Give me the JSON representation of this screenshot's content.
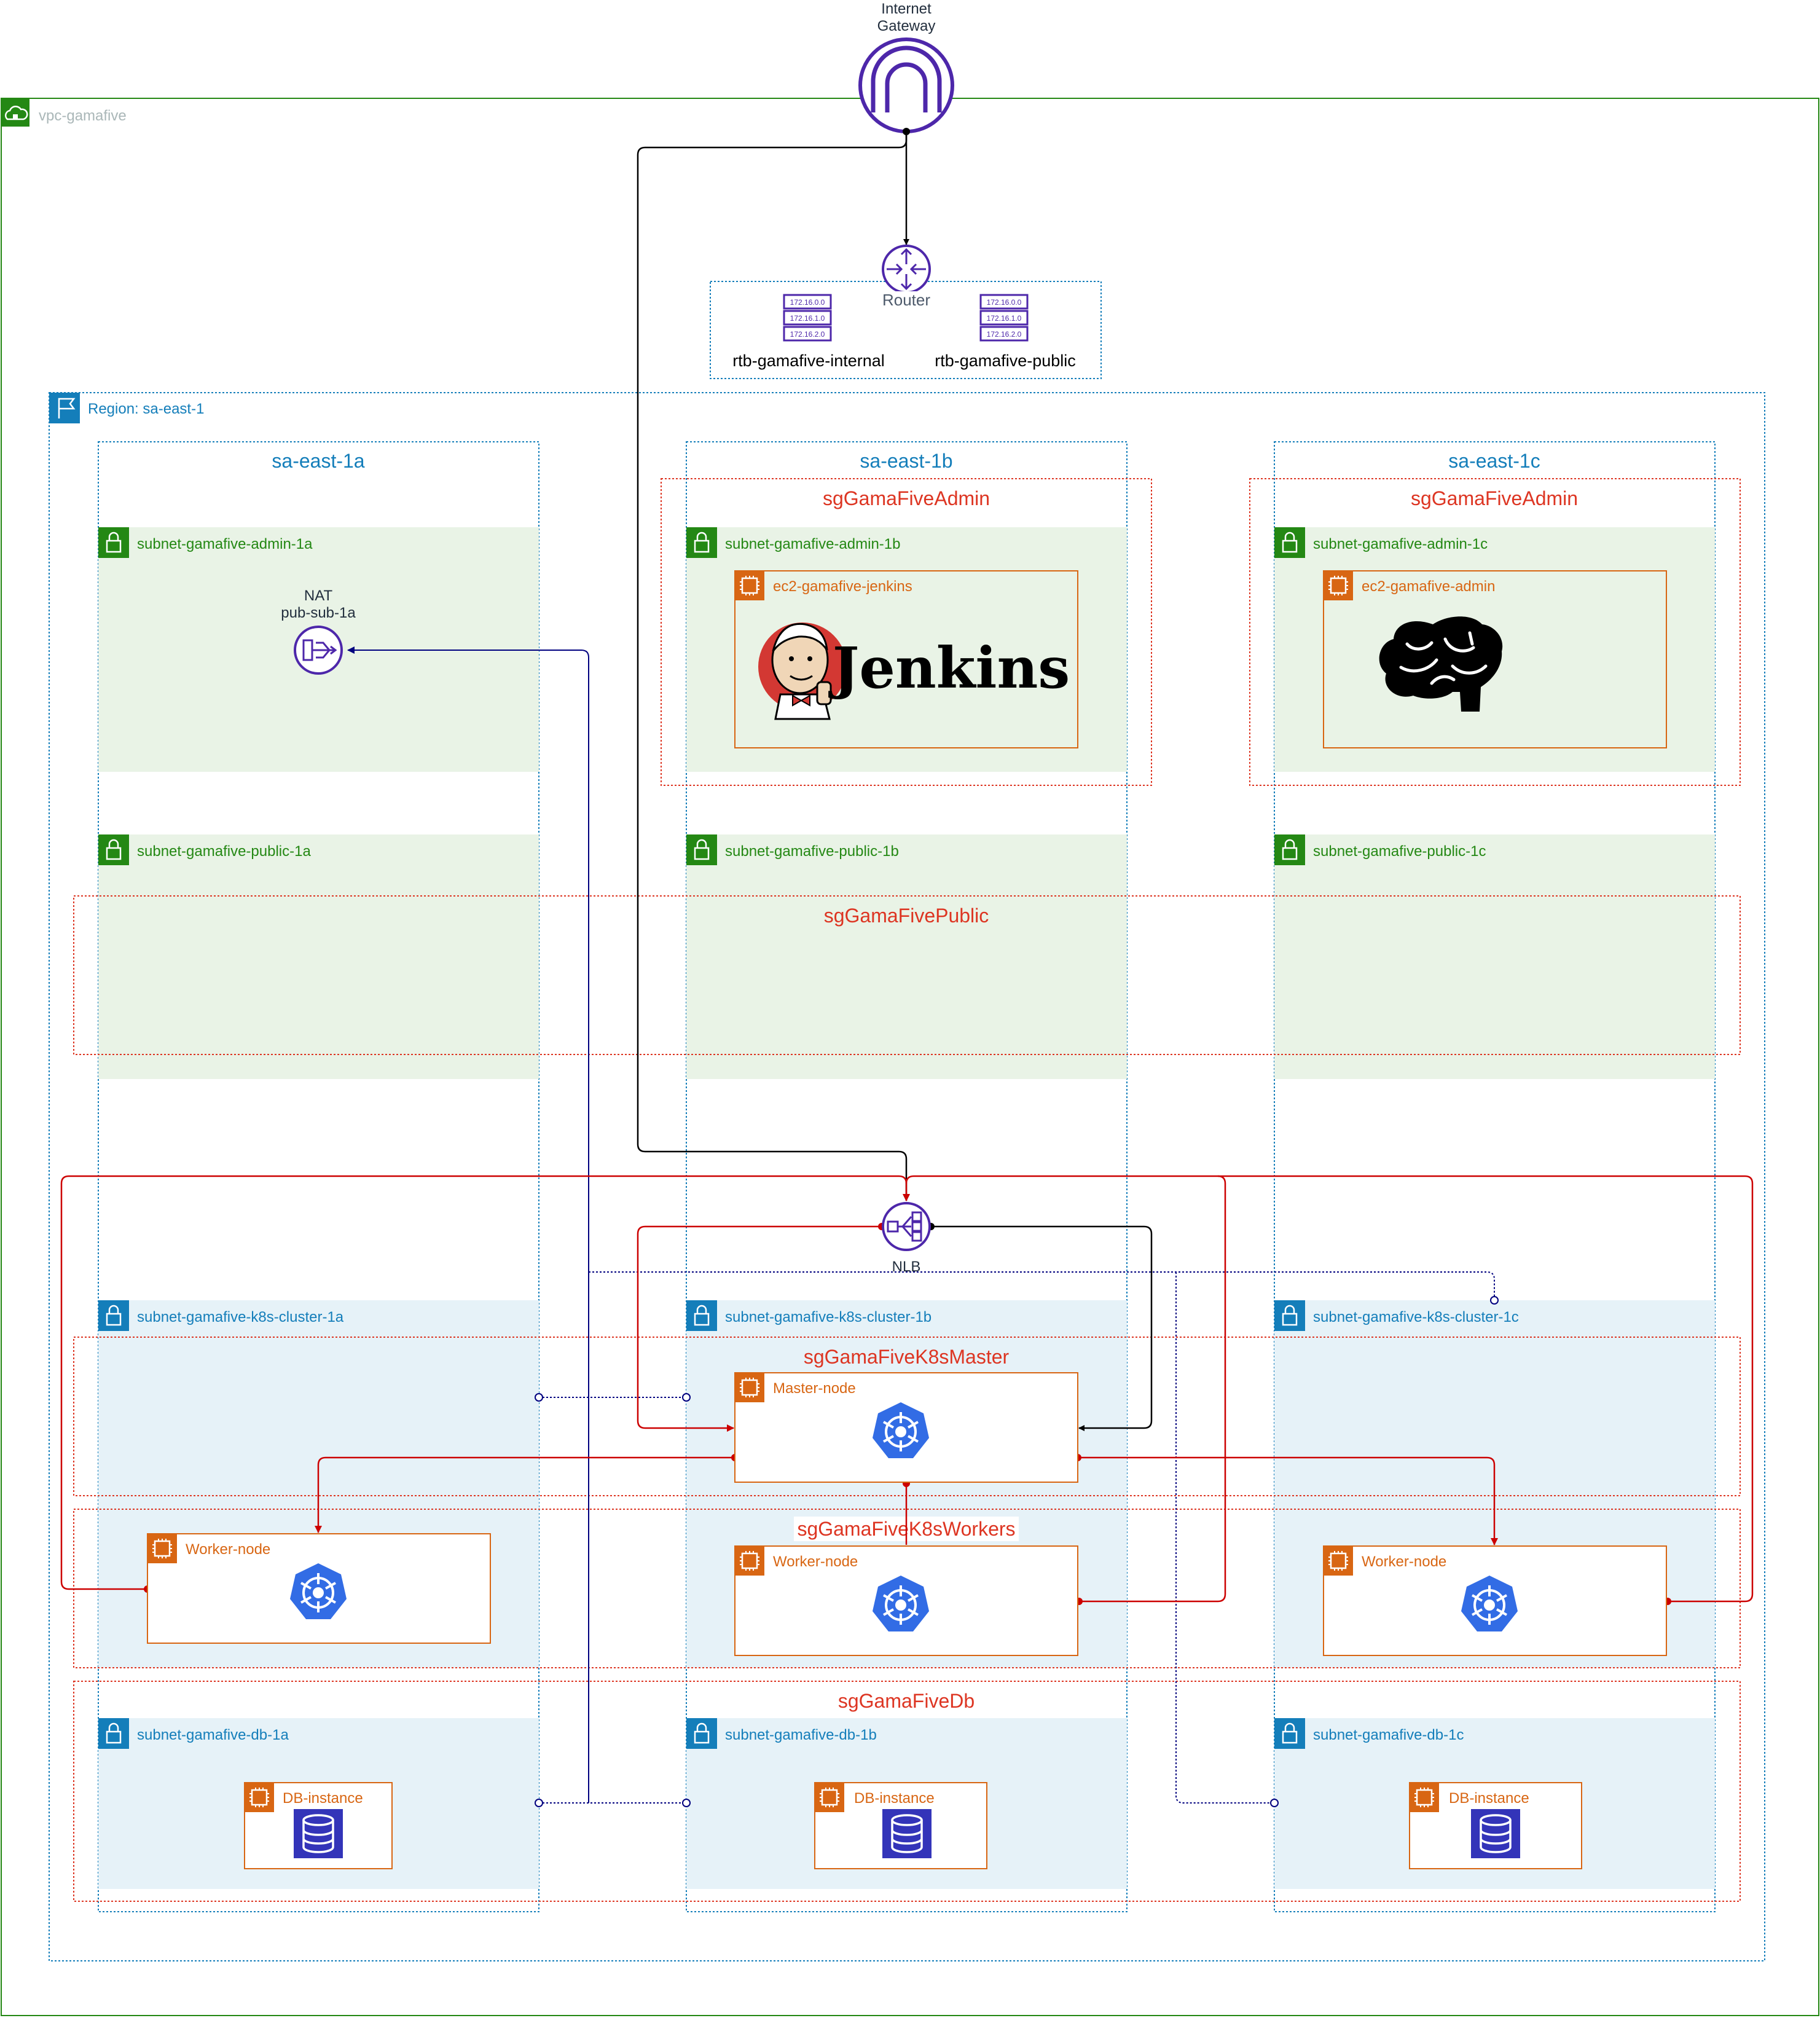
{
  "vpc": {
    "label": "vpc-gamafive"
  },
  "gateway": {
    "label_line1": "Internet",
    "label_line2": "Gateway"
  },
  "router": {
    "label": "Router"
  },
  "route_tables": [
    {
      "label": "rtb-gamafive-internal",
      "entries": [
        "172.16.0.0",
        "172.16.1.0",
        "172.16.2.0"
      ]
    },
    {
      "label": "rtb-gamafive-public",
      "entries": [
        "172.16.0.0",
        "172.16.1.0",
        "172.16.2.0"
      ]
    }
  ],
  "region": {
    "label": "Region: sa-east-1"
  },
  "azs": [
    {
      "label": "sa-east-1a"
    },
    {
      "label": "sa-east-1b"
    },
    {
      "label": "sa-east-1c"
    }
  ],
  "security_groups": {
    "admin_b": "sgGamaFiveAdmin",
    "admin_c": "sgGamaFiveAdmin",
    "public": "sgGamaFivePublic",
    "k8s_master": "sgGamaFiveK8sMaster",
    "k8s_workers": "sgGamaFiveK8sWorkers",
    "db": "sgGamaFiveDb"
  },
  "subnets": {
    "admin_a": "subnet-gamafive-admin-1a",
    "admin_b": "subnet-gamafive-admin-1b",
    "admin_c": "subnet-gamafive-admin-1c",
    "public_a": "subnet-gamafive-public-1a",
    "public_b": "subnet-gamafive-public-1b",
    "public_c": "subnet-gamafive-public-1c",
    "k8s_a": "subnet-gamafive-k8s-cluster-1a",
    "k8s_b": "subnet-gamafive-k8s-cluster-1b",
    "k8s_c": "subnet-gamafive-k8s-cluster-1c",
    "db_a": "subnet-gamafive-db-1a",
    "db_b": "subnet-gamafive-db-1b",
    "db_c": "subnet-gamafive-db-1c"
  },
  "nat": {
    "label_line1": "NAT",
    "label_line2": "pub-sub-1a"
  },
  "instances": {
    "jenkins": "ec2-gamafive-jenkins",
    "admin": "ec2-gamafive-admin",
    "master": "Master-node",
    "worker_a": "Worker-node",
    "worker_b": "Worker-node",
    "worker_c": "Worker-node",
    "db_a": "DB-instance",
    "db_b": "DB-instance",
    "db_c": "DB-instance"
  },
  "jenkins_logo_text": "Jenkins",
  "nlb": {
    "label": "NLB"
  },
  "colors": {
    "vpc_green": "#248814",
    "region_blue": "#147EBA",
    "subnet_green_fill": "#E9F3E6",
    "subnet_blue_fill": "#E6F2F8",
    "sg_red": "#DD3522",
    "ec2_orange": "#D86613",
    "purple": "#4D27AA",
    "navy": "#00007F",
    "k8s_blue": "#326CE5",
    "db_blue": "#3334B9"
  }
}
